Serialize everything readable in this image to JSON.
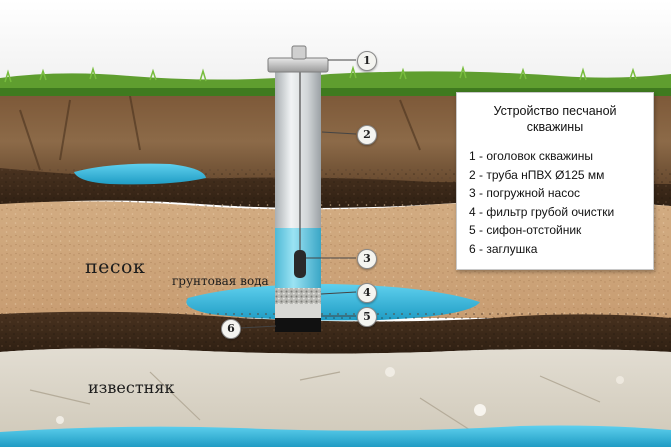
{
  "legend": {
    "title_line1": "Устройство песчаной",
    "title_line2": "скважины",
    "items": [
      "1 - оголовок скважины",
      "2 - труба нПВХ Ø125 мм",
      "3 - погружной насос",
      "4 - фильтр грубой очистки",
      "5 - сифон-отстойник",
      "6 - заглушка"
    ]
  },
  "labels": {
    "sand": "песок",
    "groundwater": "грунтовая вода",
    "limestone": "известняк"
  },
  "markers": [
    "1",
    "2",
    "3",
    "4",
    "5",
    "6"
  ],
  "colors": {
    "grass": "#5f9e2f",
    "topsoil": "#6b4a2e",
    "sand": "#d8b48c",
    "dark_soil": "#3b2818",
    "limestone": "#d9d3c6",
    "water": "#3cb6d8",
    "pipe": "#d6dadc"
  }
}
